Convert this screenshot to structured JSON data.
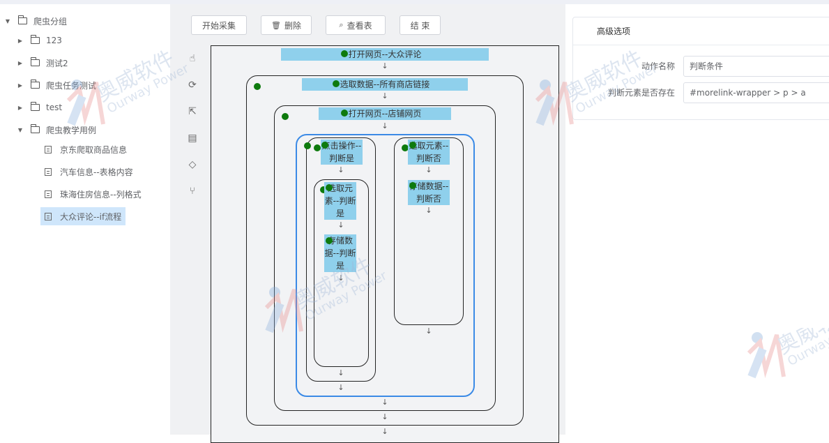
{
  "tree": {
    "root": {
      "label": "爬虫分组"
    },
    "folders": [
      {
        "label": "123"
      },
      {
        "label": "测试2"
      },
      {
        "label": "爬虫任务测试"
      },
      {
        "label": "test"
      },
      {
        "label": "爬虫教学用例"
      }
    ],
    "tasks": [
      {
        "label": "京东爬取商品信息"
      },
      {
        "label": "汽车信息--表格内容"
      },
      {
        "label": "珠海住房信息--列格式"
      },
      {
        "label": "大众评论--if流程",
        "selected": true
      }
    ]
  },
  "toolbar": {
    "start_label": "开始采集",
    "delete_label": "删除",
    "view_table_label": "查看表",
    "end_label": "结 束"
  },
  "flow": {
    "step1": "打开网页--大众评论",
    "step2": "选取数据--所有商店链接",
    "step3": "打开网页--店铺网页",
    "yes_click": "点击操作--判断是",
    "yes_select": "选取元素--判断是",
    "yes_store": "存储数据--判断是",
    "no_select": "选取元素--判断否",
    "no_store": "存储数据--判断否",
    "arrow": "↓"
  },
  "panel": {
    "title": "高级选项",
    "action_name_label": "动作名称",
    "action_name_value": "判断条件",
    "element_exists_label": "判断元素是否存在",
    "element_exists_value": "#morelink-wrapper > p > a"
  },
  "watermark": {
    "cn": "奥威软件",
    "en": "Ourway Power"
  },
  "colors": {
    "action_fill": "#8fd0ec",
    "status_dot": "#0e7a0e",
    "branch_border": "#3b8ae6",
    "selected_bg": "#cfe6fb"
  }
}
